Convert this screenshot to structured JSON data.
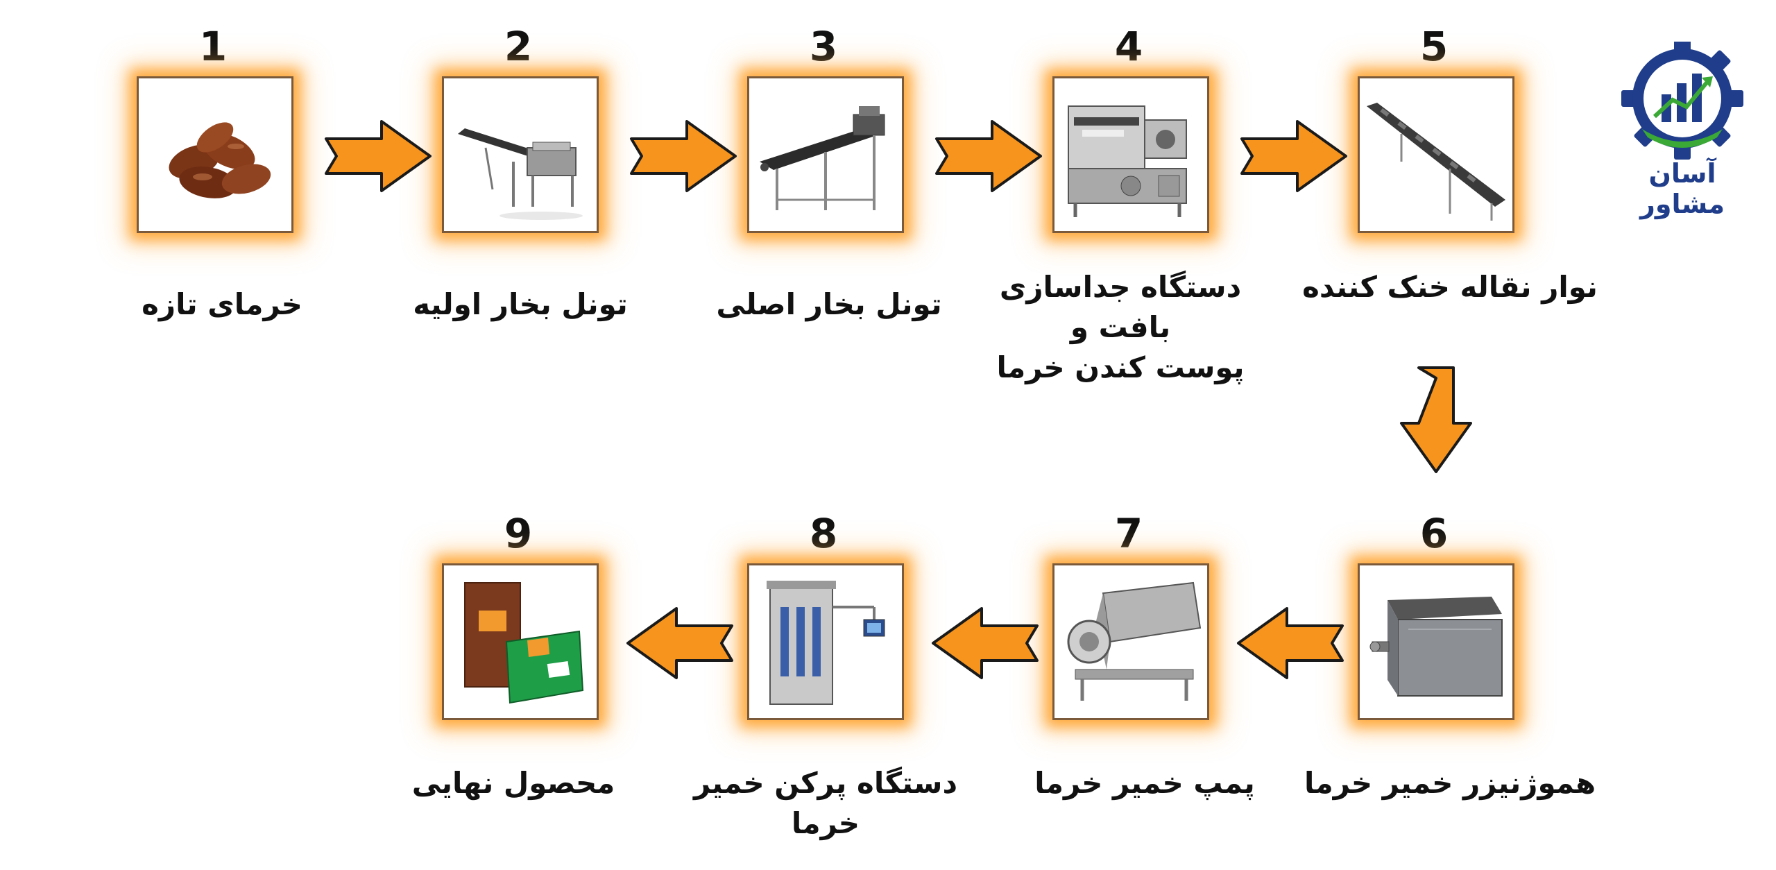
{
  "brand": {
    "name": "آسان مشاور"
  },
  "colors": {
    "accent": "#f7941d",
    "glow": "#ffa028",
    "arrow_stroke": "#1a1a1a",
    "brand_blue": "#1f3d8a",
    "brand_green": "#3aa935"
  },
  "steps": [
    {
      "number": "1",
      "label": "خرمای تازه",
      "icon": "dates-image"
    },
    {
      "number": "2",
      "label": "تونل بخار اولیه",
      "icon": "primary-steam-tunnel-image"
    },
    {
      "number": "3",
      "label": "تونل بخار اصلی",
      "icon": "main-steam-tunnel-image"
    },
    {
      "number": "4",
      "label_line1": "دستگاه جداسازی بافت و",
      "label_line2": "پوست کندن خرما",
      "icon": "peeling-machine-image"
    },
    {
      "number": "5",
      "label": "نوار نقاله خنک کننده",
      "icon": "cooling-conveyor-image"
    },
    {
      "number": "6",
      "label": "هموژنیزر خمیر خرما",
      "icon": "homogenizer-image"
    },
    {
      "number": "7",
      "label": "پمپ خمیر خرما",
      "icon": "paste-pump-image"
    },
    {
      "number": "8",
      "label": "دستگاه پرکن خمیر خرما",
      "icon": "filling-machine-image"
    },
    {
      "number": "9",
      "label": "محصول نهایی",
      "icon": "final-product-image"
    }
  ]
}
